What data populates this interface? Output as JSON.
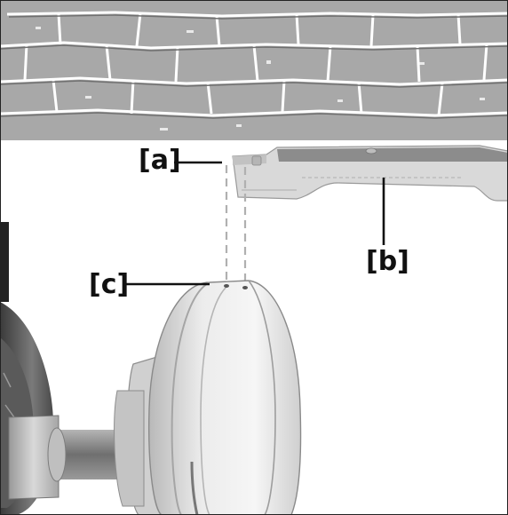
{
  "callouts": {
    "a": "[a]",
    "b": "[b]",
    "c": "[c]"
  },
  "colors": {
    "wall_stone": "#a9a9a9",
    "wall_mortar": "#ffffff",
    "bracket": "#d7d7d7",
    "disc": "#e4e4e4",
    "shaft": "#8a8a8a",
    "line": "#111111",
    "dashed_guide": "#b0b0b0"
  }
}
